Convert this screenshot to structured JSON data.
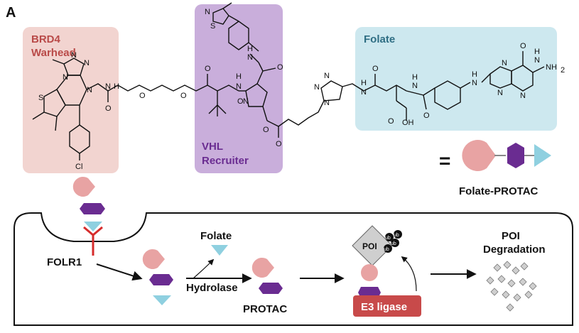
{
  "panel_letter": "A",
  "regions": {
    "brd4": {
      "line1": "BRD4",
      "line2": "Warhead"
    },
    "vhl": {
      "line1": "VHL",
      "line2": "Recruiter"
    },
    "folate": {
      "title": "Folate"
    }
  },
  "atoms": {
    "n": "N",
    "o": "O",
    "s": "S",
    "cl": "Cl",
    "h": "H",
    "nh2": "NH",
    "sub2": "2",
    "oh": "OH"
  },
  "legend": {
    "equals": "=",
    "label": "Folate-PROTAC"
  },
  "mechanism": {
    "receptor": "FOLR1",
    "folate_released": "Folate",
    "enzyme": "Hydrolase",
    "protac": "PROTAC",
    "poi": "POI",
    "ub": "ub",
    "e3": "E3 ligase",
    "degradation_line1": "POI",
    "degradation_line2": "Degradation"
  },
  "colors": {
    "brd4_bg": "#f2d4d0",
    "brd4_text": "#b94a48",
    "vhl_bg": "#c9aedb",
    "vhl_text": "#6a2c91",
    "folate_bg": "#cde8ef",
    "folate_text": "#2f6e84",
    "pacman": "#e8a3a3",
    "hexagon": "#6a2c91",
    "triangle": "#8fd0e0",
    "receptor": "#d62b2b",
    "e3_box": "#c84a4a",
    "poi_box": "#cfcfcf",
    "ub": "#111111"
  }
}
